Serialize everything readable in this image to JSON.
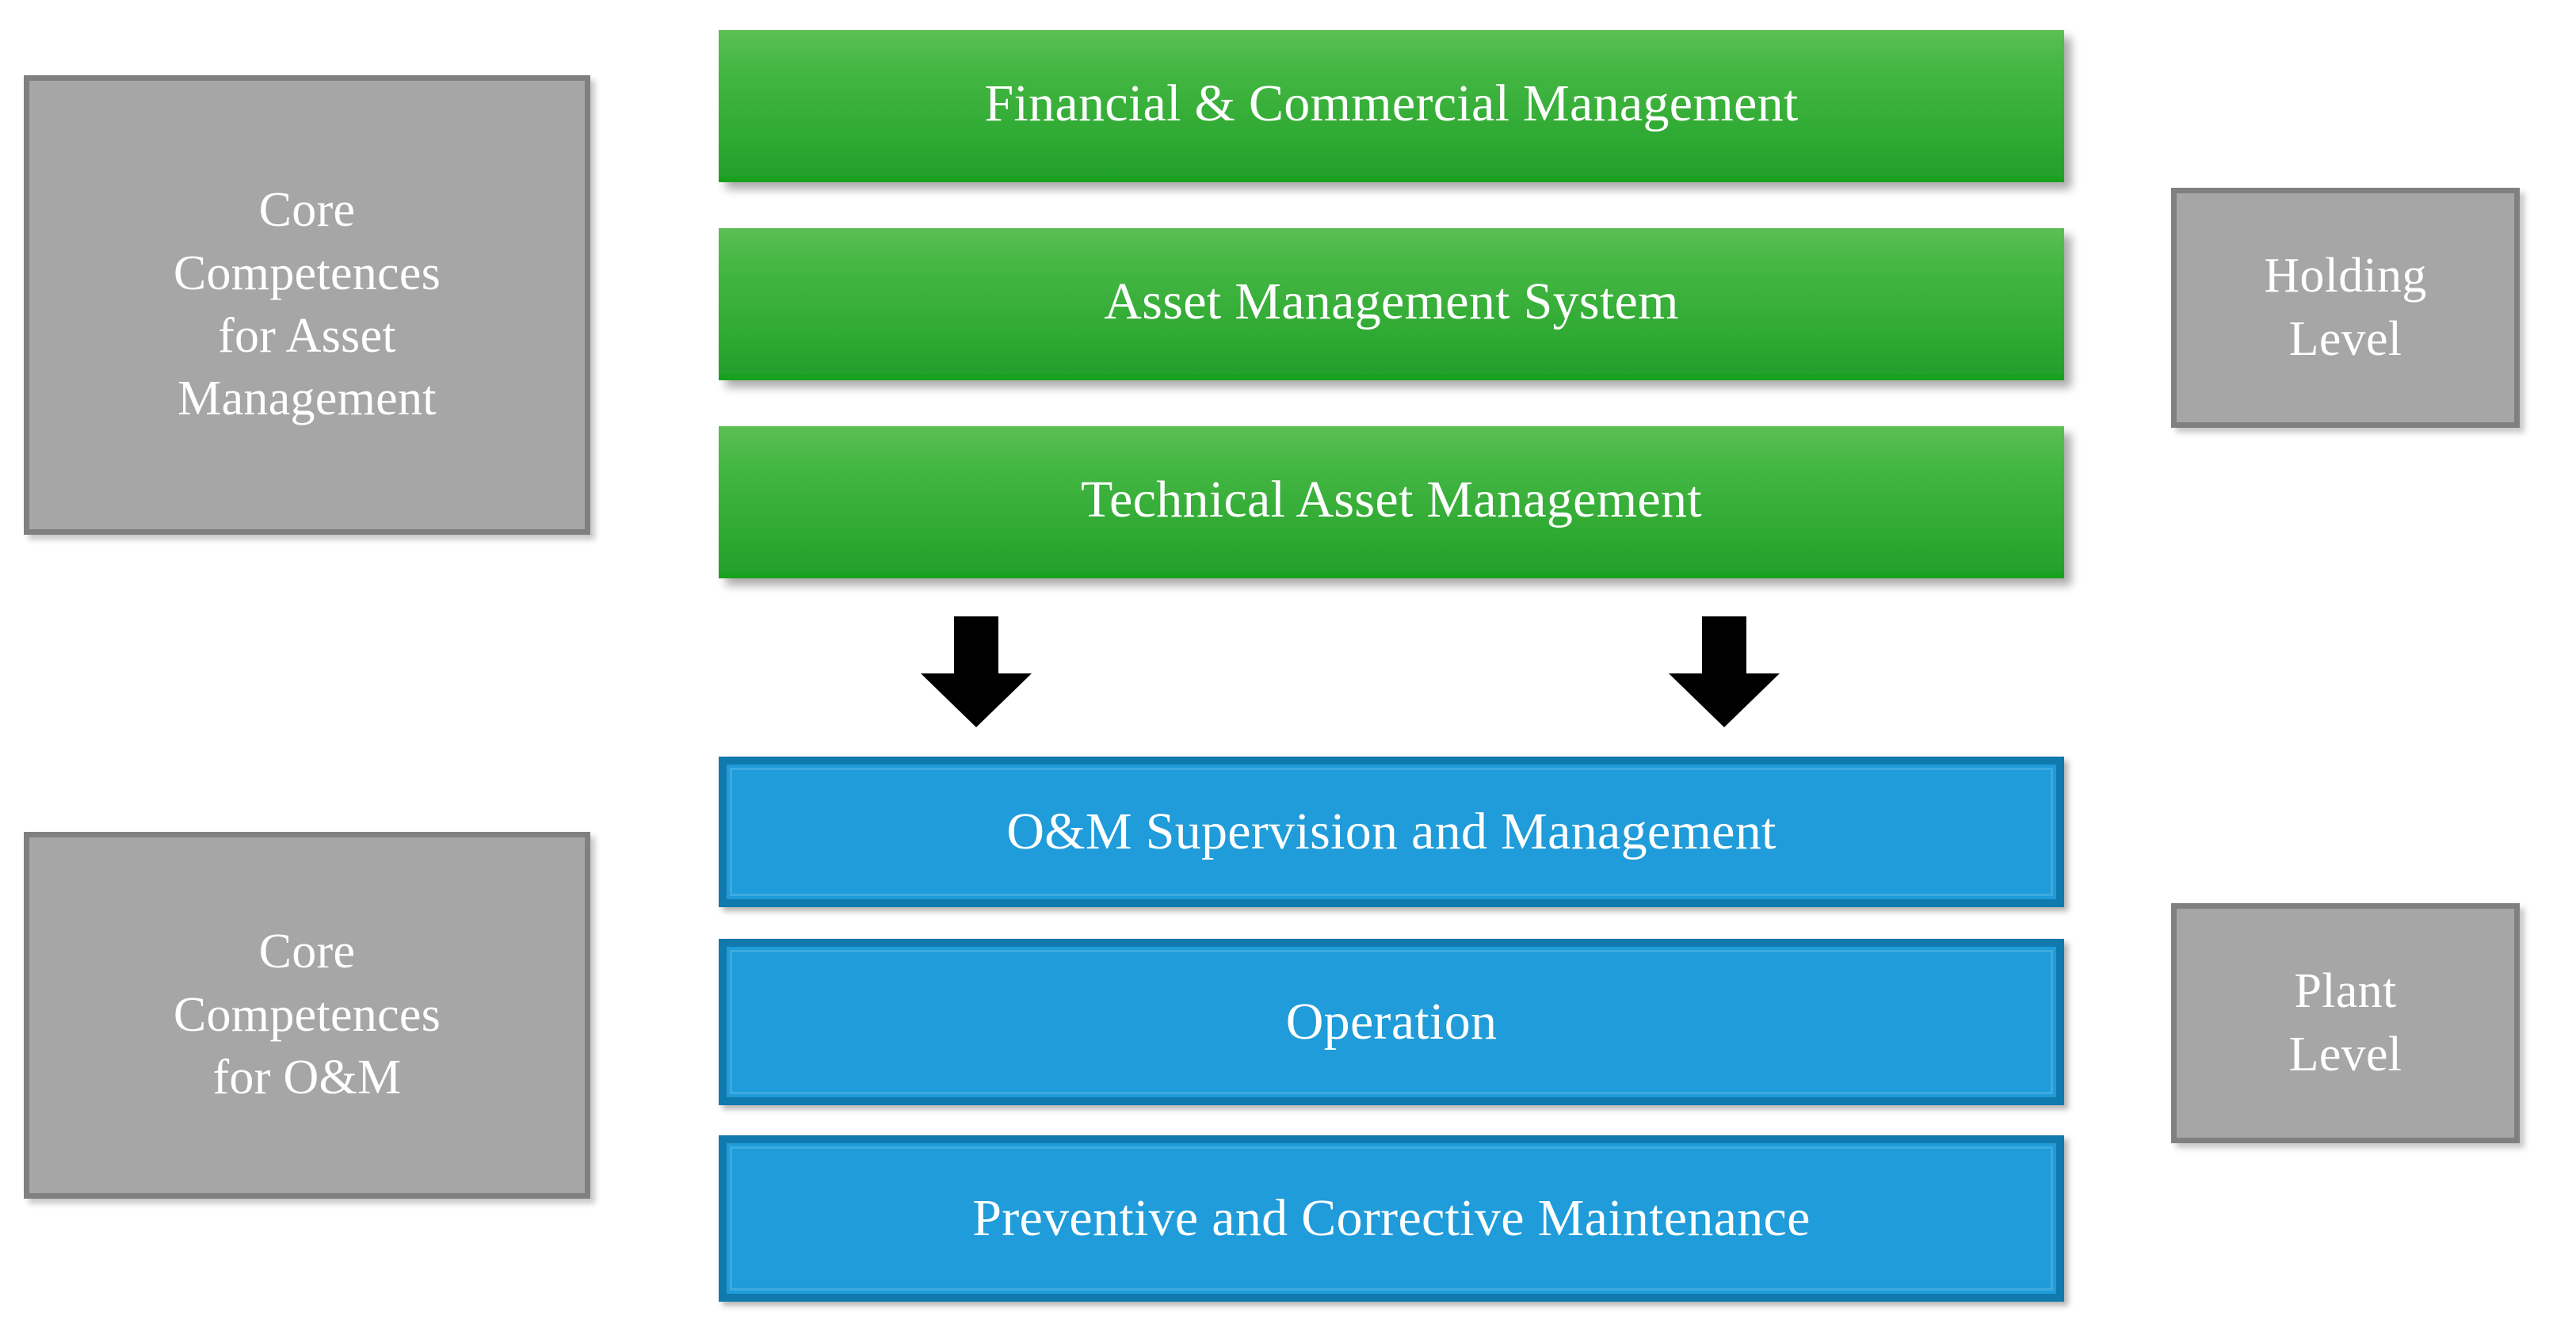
{
  "diagram": {
    "title_semantics": "Asset management core competences by organisational level",
    "colors": {
      "grey_fill": "#a6a6a6",
      "grey_border": "#808080",
      "green_top": "#5cbf55",
      "green_bottom": "#23a02b",
      "blue_fill": "#1f9cd9",
      "blue_border": "#1079ad",
      "text": "#ffffff",
      "arrow": "#000000",
      "background": "#ffffff"
    },
    "left_labels": [
      {
        "id": "core-competences-asset-management",
        "text": "Core\nCompetences\nfor Asset\nManagement"
      },
      {
        "id": "core-competences-om",
        "text": "Core\nCompetences\nfor O&M"
      }
    ],
    "right_labels": [
      {
        "id": "holding-level",
        "text": "Holding\nLevel"
      },
      {
        "id": "plant-level",
        "text": "Plant\nLevel"
      }
    ],
    "holding_level_bars": [
      {
        "id": "financial-commercial-management",
        "text": "Financial & Commercial Management"
      },
      {
        "id": "asset-management-system",
        "text": "Asset Management System"
      },
      {
        "id": "technical-asset-management",
        "text": "Technical Asset Management"
      }
    ],
    "plant_level_bars": [
      {
        "id": "om-supervision-and-management",
        "text": "O&M Supervision and Management"
      },
      {
        "id": "operation",
        "text": "Operation"
      },
      {
        "id": "preventive-corrective-maintenance",
        "text": "Preventive and Corrective Maintenance"
      }
    ],
    "connectors": [
      {
        "id": "arrow-left",
        "icon": "down-arrow-icon",
        "from": "technical-asset-management",
        "to": "om-supervision-and-management"
      },
      {
        "id": "arrow-right",
        "icon": "down-arrow-icon",
        "from": "technical-asset-management",
        "to": "om-supervision-and-management"
      }
    ]
  }
}
